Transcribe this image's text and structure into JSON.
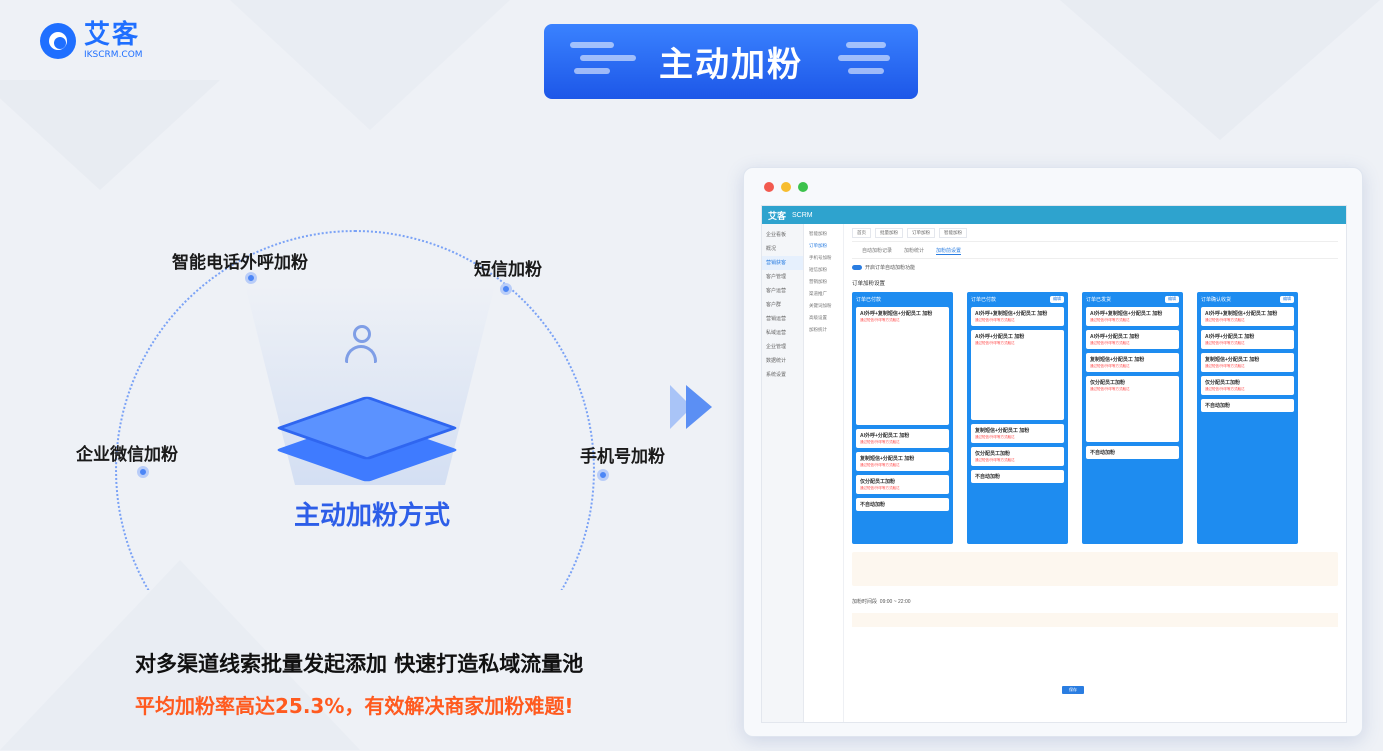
{
  "logo": {
    "cn": "艾客",
    "en": "IKSCRM.COM"
  },
  "banner": {
    "title": "主动加粉"
  },
  "diagram": {
    "center_label": "主动加粉方式",
    "nodes": [
      "智能电话外呼加粉",
      "短信加粉",
      "企业微信加粉",
      "手机号加粉"
    ]
  },
  "headline": "对多渠道线索批量发起添加 快速打造私域流量池",
  "subline": "平均加粉率高达25.3%，有效解决商家加粉难题!",
  "colors": {
    "brand": "#1f6fff",
    "accent_orange": "#ff5a1f",
    "center_label": "#2d5ee8"
  },
  "app": {
    "name": "艾客",
    "name_sub": "SCRM",
    "sidebar": [
      "企业看板",
      "概况",
      "营销获客",
      "客户管理",
      "客户运营",
      "客户群",
      "营销运营",
      "私域运营",
      "企业管理",
      "数据统计",
      "系统设置"
    ],
    "subsidebar": [
      "智能加粉",
      "订单加粉",
      "手机号加粉",
      "短信加粉",
      "营销加粉",
      "渠道推广",
      "关键词加粉",
      "高级设置",
      "加粉统计"
    ],
    "tabs": [
      "首页",
      "批量加粉",
      "订单加粉",
      "智能加粉"
    ],
    "subtabs": [
      "自动加粉记录",
      "加粉统计",
      "加粉前设置"
    ],
    "option": "开启订单自动加粉功能",
    "section": "订单加粉设置",
    "columns": [
      {
        "title": "订单已付款",
        "tag": ""
      },
      {
        "title": "订单已付款",
        "tag": "编辑"
      },
      {
        "title": "订单已发货",
        "tag": "编辑"
      },
      {
        "title": "订单确认收货",
        "tag": "编辑"
      }
    ],
    "cards": [
      "AI外呼+复制短信+分配员工 加粉",
      "AI外呼+分配员工 加粉",
      "复制短信+分配员工 加粉",
      "仅分配员工加粉",
      "不自动加粉"
    ],
    "card_note": "通过短信/外呼等方式触达",
    "time_label": "加粉时间段",
    "time_from": "09:00",
    "time_to": "22:00",
    "save": "保存"
  }
}
